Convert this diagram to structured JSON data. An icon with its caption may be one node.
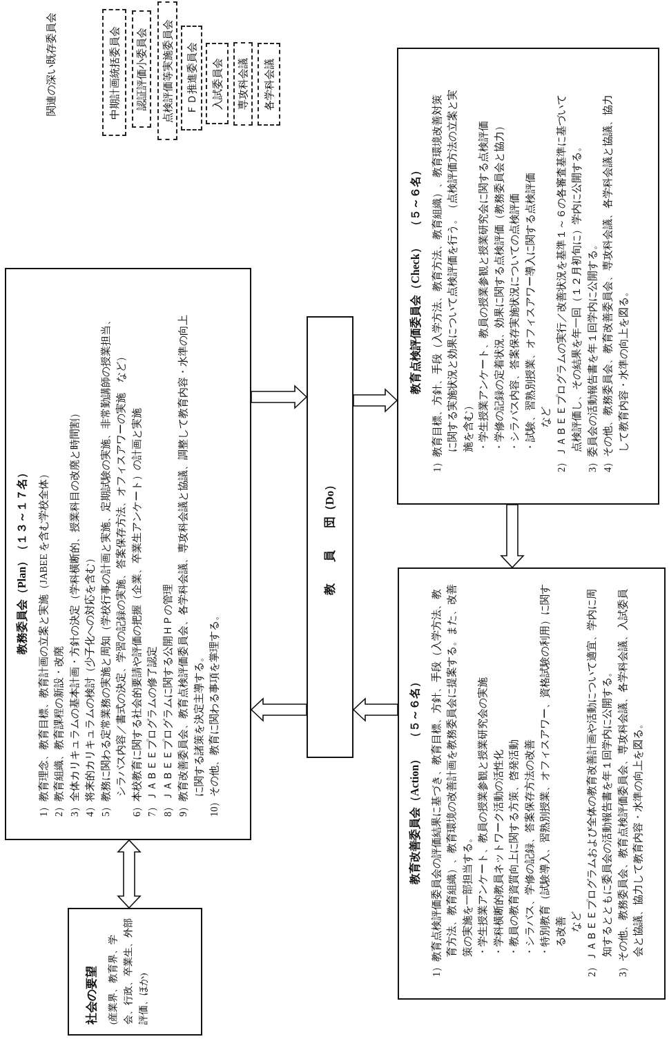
{
  "diagram": {
    "nodes": [
      {
        "text": [
          "教務委員会（Plan）（１３～１７名）",
          "1）教育理念、教育目標、教育計画の立案と実施（JABEE を含む学校全体）",
          "2）教育組織、教育課程の新設・改廃",
          "3）全体カリキュラムの基本計画・方針の決定（学科横断的、授業科目の改廃と時間割）",
          "4）将来的カリキュラムの検討（少子化への対応を含む）",
          "5）教務に関わる定常業務の実施と周知（学校行事の計画と実施、定期試験の実施、非常勤講師の授業担当、シラバス内容／書式の決定、学習の記録の実施、答案保存方法、オフィスアワーの実施　など）",
          "6）本校教育に関する社会的要請や評価の把握（企業、卒業生アンケート）の計画と実施",
          "7）ＪＡＢＥＥプログラムの修了認定",
          "8）ＪＡＢＥＥプログラムに関する公開ＨＰの管理",
          "9）教育改善委員会、教育点検評価委員会、各学科会議、専攻科会議と協議、調整して教育内容・水準の向上に関する諸策を決定主導する。",
          "10）その他、教育に関わる事項を掌理する。"
        ]
      },
      {
        "text": [
          "教 員 団（Do）"
        ]
      },
      {
        "text": [
          "教育点検評価委員会（Check）　（５～６名）",
          "1）教育目標、方針、手段（入学方法、教育方法、教育組織）、教育環境改善対策に関する実施状況と効果について点検評価を行う。（点検評価方法の立案と実施を含む）",
          "・学生授業アンケート、教員の授業参観と授業研究会に関する点検評価",
          "・学修の記録の定着状況、効果に関する点検評価（教務委員会と協力）",
          "・シラバス内容、答案保存実施状況についての点検評価",
          "・試験、習熟別授業、オフィスアワー導入に関する点検評価",
          "など",
          "2）ＪＡＢＥＥプログラムの実行／改善状況を基準１～６の各審査基準に基づいて点検評価し、その結果を年一回（１２月初旬に）学内に公開する。",
          "3）委員会の活動報告書を年１回学内に公開する。",
          "4）その他、教務委員会、教育改善委員会、専攻科会議、各学科会議と協議、協力して教育内容・水準の向上を図る。"
        ]
      },
      {
        "text": [
          "教育改善委員会（Action）　（５～６名）",
          "1）教育点検評価委員会の評価結果に基づき、教育目標、方針、手段（入学方法、教育方法、教育組織）、教育環境の改善計画を教務委員会に提案する。また、改善策の実施を一部担当する。",
          "・学生授業アンケート、教員の授業参観と授業研究会の実施",
          "・学科横断的教員ネットワーク活動の活性化",
          "・教員の教育資質向上に関する方策、啓発活動",
          "・シラバス、学修の記録、答案保存方法の改善",
          "・特別教育（試験導入、習熟別授業、オフィスアワー、資格試験の利用）に関する改善",
          "など",
          "2）ＪＡＢＥＥプログラムおよび全体の教育改善計画や活動について適宜、学内に周知するとともに委員会の活動報告書を年１回学内に公開する。",
          "3）その他、教務委員会、教育点検評価委員会、専攻科会議、各学科会議、入試委員会と協議、協力して教育内容・水準の向上を図る。"
        ]
      },
      {
        "text": [
          "社会の要望",
          "(産業界、教育界、学会、行政、卒業生、外部評価、ほか)"
        ]
      },
      {
        "text": [
          "中期計画統括委員会"
        ]
      },
      {
        "text": [
          "認証評価小委員会"
        ]
      },
      {
        "text": [
          "点検評価等実施委員会"
        ]
      },
      {
        "text": [
          "ＦＤ推進委員会"
        ]
      },
      {
        "text": [
          "入試委員会"
        ]
      },
      {
        "text": [
          "専攻科会議"
        ]
      },
      {
        "text": [
          "各学科会議"
        ]
      }
    ],
    "edges": [
      {
        "from": 4,
        "to": 0,
        "arrow": "both"
      },
      {
        "from": 0,
        "to": 1,
        "arrow": "to"
      },
      {
        "from": 1,
        "to": 0,
        "arrow": "to"
      },
      {
        "from": 1,
        "to": 2,
        "arrow": "to"
      },
      {
        "from": 2,
        "to": 3,
        "arrow": "to"
      },
      {
        "from": 3,
        "to": 1,
        "arrow": "to"
      }
    ],
    "labels": [
      "関連の深い既存委員会"
    ]
  }
}
